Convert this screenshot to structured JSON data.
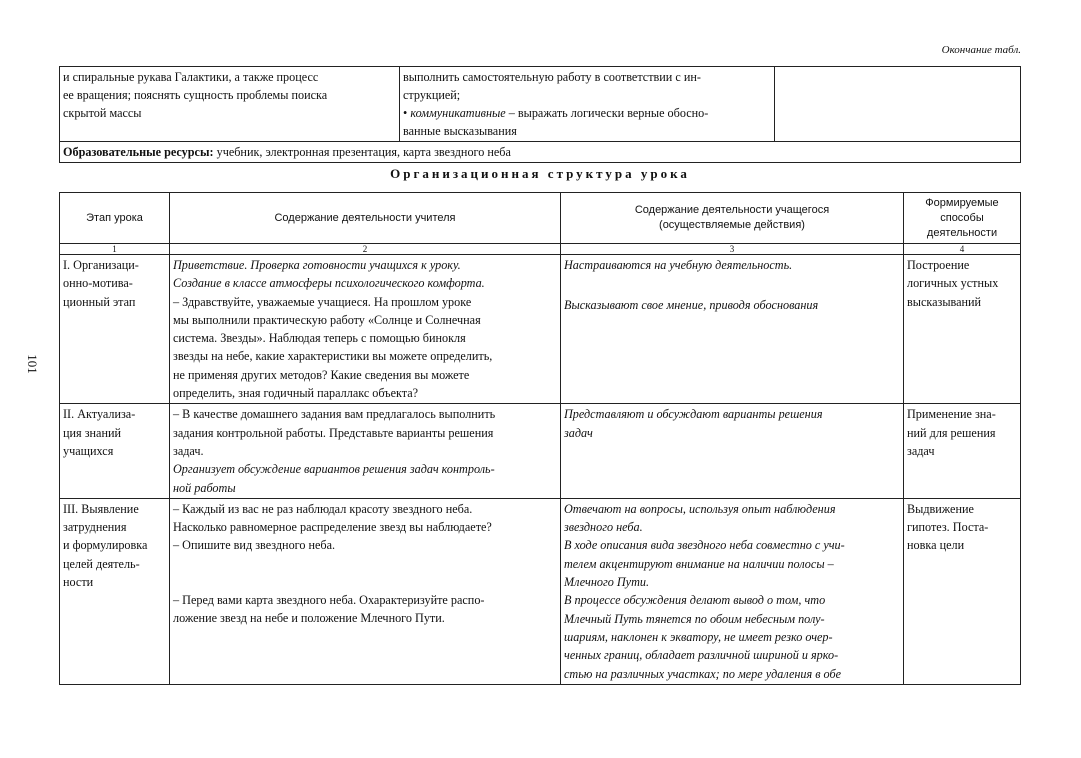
{
  "page_number": "101",
  "continuation": "Окончание табл.",
  "top": {
    "row1": {
      "col1": [
        "и спиральные рукава Галактики, а также процесс",
        "ее вращения; пояснять сущность проблемы поиска",
        "скрытой массы"
      ],
      "col2_plain": [
        "выполнить самостоятельную работу в соответствии с ин-",
        "струкцией;"
      ],
      "col2_bullet_prefix": "• ",
      "col2_bullet_italic": "коммуникативные",
      "col2_bullet_rest": " – выражать логически верные обосно-",
      "col2_bullet_cont": "ванные высказывания",
      "col3": ""
    },
    "resources_label": "Образовательные ресурсы:",
    "resources_text": " учебник, электронная презентация, карта звездного неба"
  },
  "section_title": "Организационная структура урока",
  "headers": {
    "stage": "Этап урока",
    "teacher": "Содержание деятельности учителя",
    "student_line1": "Содержание деятельности учащегося",
    "student_line2": "(осуществляемые действия)",
    "skills_line1": "Формируемые",
    "skills_line2": "способы",
    "skills_line3": "деятельности"
  },
  "col_numbers": [
    "1",
    "2",
    "3",
    "4"
  ],
  "rows": [
    {
      "stage": [
        "I. Организаци-",
        "онно-мотива-",
        "ционный этап"
      ],
      "teacher_italic": [
        "Приветствие. Проверка готовности учащихся к уроку.",
        "Создание в классе атмосферы психологического комфорта."
      ],
      "teacher_plain": [
        "– Здравствуйте, уважаемые учащиеся. На прошлом уроке",
        "мы выполнили практическую работу «Солнце и Солнечная",
        "система. Звезды». Наблюдая теперь с помощью бинокля",
        "звезды на небе, какие характеристики вы можете определить,",
        "не применяя других методов? Какие сведения вы можете",
        "определить, зная годичный параллакс объекта?"
      ],
      "student_a": [
        "Настраиваются на учебную деятельность."
      ],
      "student_b": [
        "Высказывают свое мнение, приводя обоснования"
      ],
      "skills": [
        "Построение",
        "логичных устных",
        "высказываний"
      ]
    },
    {
      "stage": [
        "II. Актуализа-",
        "ция знаний",
        "учащихся"
      ],
      "teacher_plain": [
        "– В качестве домашнего задания вам предлагалось выполнить",
        "задания контрольной работы. Представьте варианты решения",
        "задач."
      ],
      "teacher_italic": [
        "Организует обсуждение вариантов решения задач контроль-",
        "ной работы"
      ],
      "student": [
        "Представляют и обсуждают варианты решения",
        "задач"
      ],
      "skills": [
        "Применение зна-",
        "ний для решения",
        "задач"
      ]
    },
    {
      "stage": [
        "III. Выявление",
        "затруднения",
        "и формулировка",
        "целей деятель-",
        "ности"
      ],
      "teacher_a": [
        "– Каждый из вас не раз наблюдал красоту звездного неба.",
        "Насколько равномерное распределение звезд вы наблюдаете?",
        "– Опишите вид звездного неба."
      ],
      "teacher_b": [
        "– Перед вами карта звездного неба. Охарактеризуйте распо-",
        "ложение звезд на небе и положение Млечного Пути."
      ],
      "student": [
        "Отвечают на вопросы, используя опыт наблюдения",
        "звездного неба.",
        "В ходе описания вида звездного неба совместно с учи-",
        "телем акцентируют внимание на наличии полосы –",
        "Млечного Пути.",
        "В процессе обсуждения делают вывод о том, что",
        "Млечный Путь тянется по обоим небесным полу-",
        "шариям, наклонен к экватору, не имеет резко очер-",
        "ченных границ, обладает различной шириной и ярко-",
        "стью на различных участках; по мере удаления в обе"
      ],
      "skills": [
        "Выдвижение",
        "гипотез. Поста-",
        "новка цели"
      ]
    }
  ]
}
